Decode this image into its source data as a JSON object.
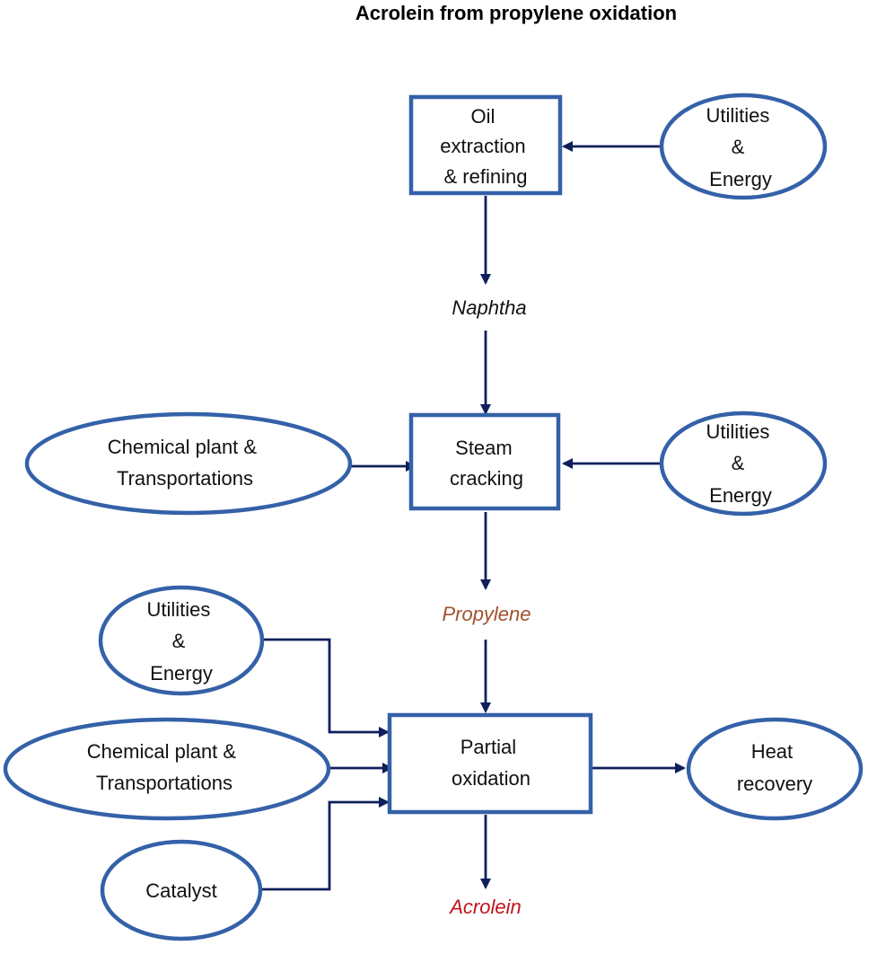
{
  "title": "Acrolein from propylene oxidation",
  "colors": {
    "node_border": "#3461a8",
    "arrow": "#0f1f5c",
    "naphtha": "#111111",
    "propylene": "#a0522d",
    "acrolein": "#c0141c"
  },
  "processes": {
    "oil_refining": [
      "Oil",
      "extraction",
      "& refining"
    ],
    "steam_cracking": [
      "Steam",
      "cracking"
    ],
    "partial_oxidation": [
      "Partial",
      "oxidation"
    ]
  },
  "inputs": {
    "utilities_energy_1": [
      "Utilities",
      "&",
      "Energy"
    ],
    "utilities_energy_2": [
      "Utilities",
      "&",
      "Energy"
    ],
    "chemical_plant_1": [
      "Chemical plant &",
      "Transportations"
    ],
    "utilities_energy_3": [
      "Utilities",
      "&",
      "Energy"
    ],
    "chemical_plant_2": [
      "Chemical plant &",
      "Transportations"
    ],
    "catalyst": [
      "Catalyst"
    ],
    "heat_recovery": [
      "Heat",
      "recovery"
    ]
  },
  "intermediates": {
    "naphtha": "Naphtha",
    "propylene": "Propylene",
    "acrolein": "Acrolein"
  }
}
